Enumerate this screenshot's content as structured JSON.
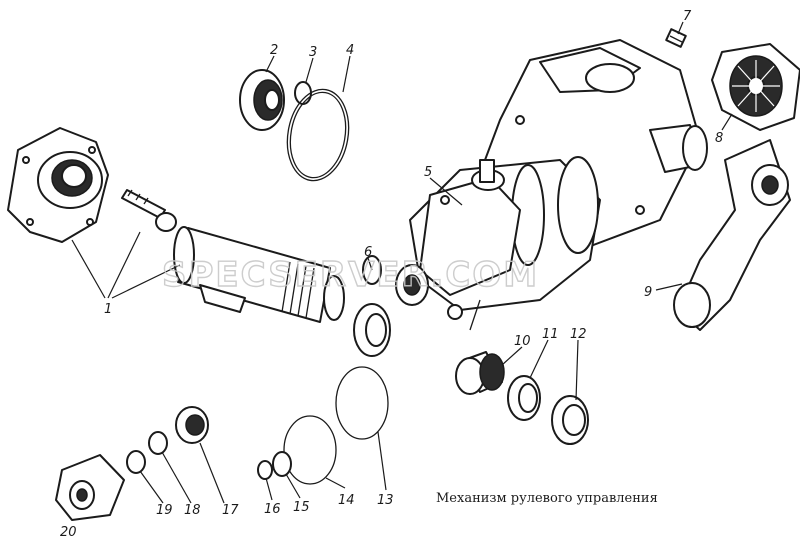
{
  "watermark": "SPECSERVER.COM",
  "caption": "Механизм рулевого управления",
  "labels": {
    "l1": "1",
    "l2": "2",
    "l3": "3",
    "l4": "4",
    "l5": "5",
    "l6": "6",
    "l7": "7",
    "l8": "8",
    "l9": "9",
    "l10": "10",
    "l11": "11",
    "l12": "12",
    "l13": "13",
    "l14": "14",
    "l15": "15",
    "l16": "16",
    "l17": "17",
    "l18": "18",
    "l19": "19",
    "l20": "20"
  }
}
